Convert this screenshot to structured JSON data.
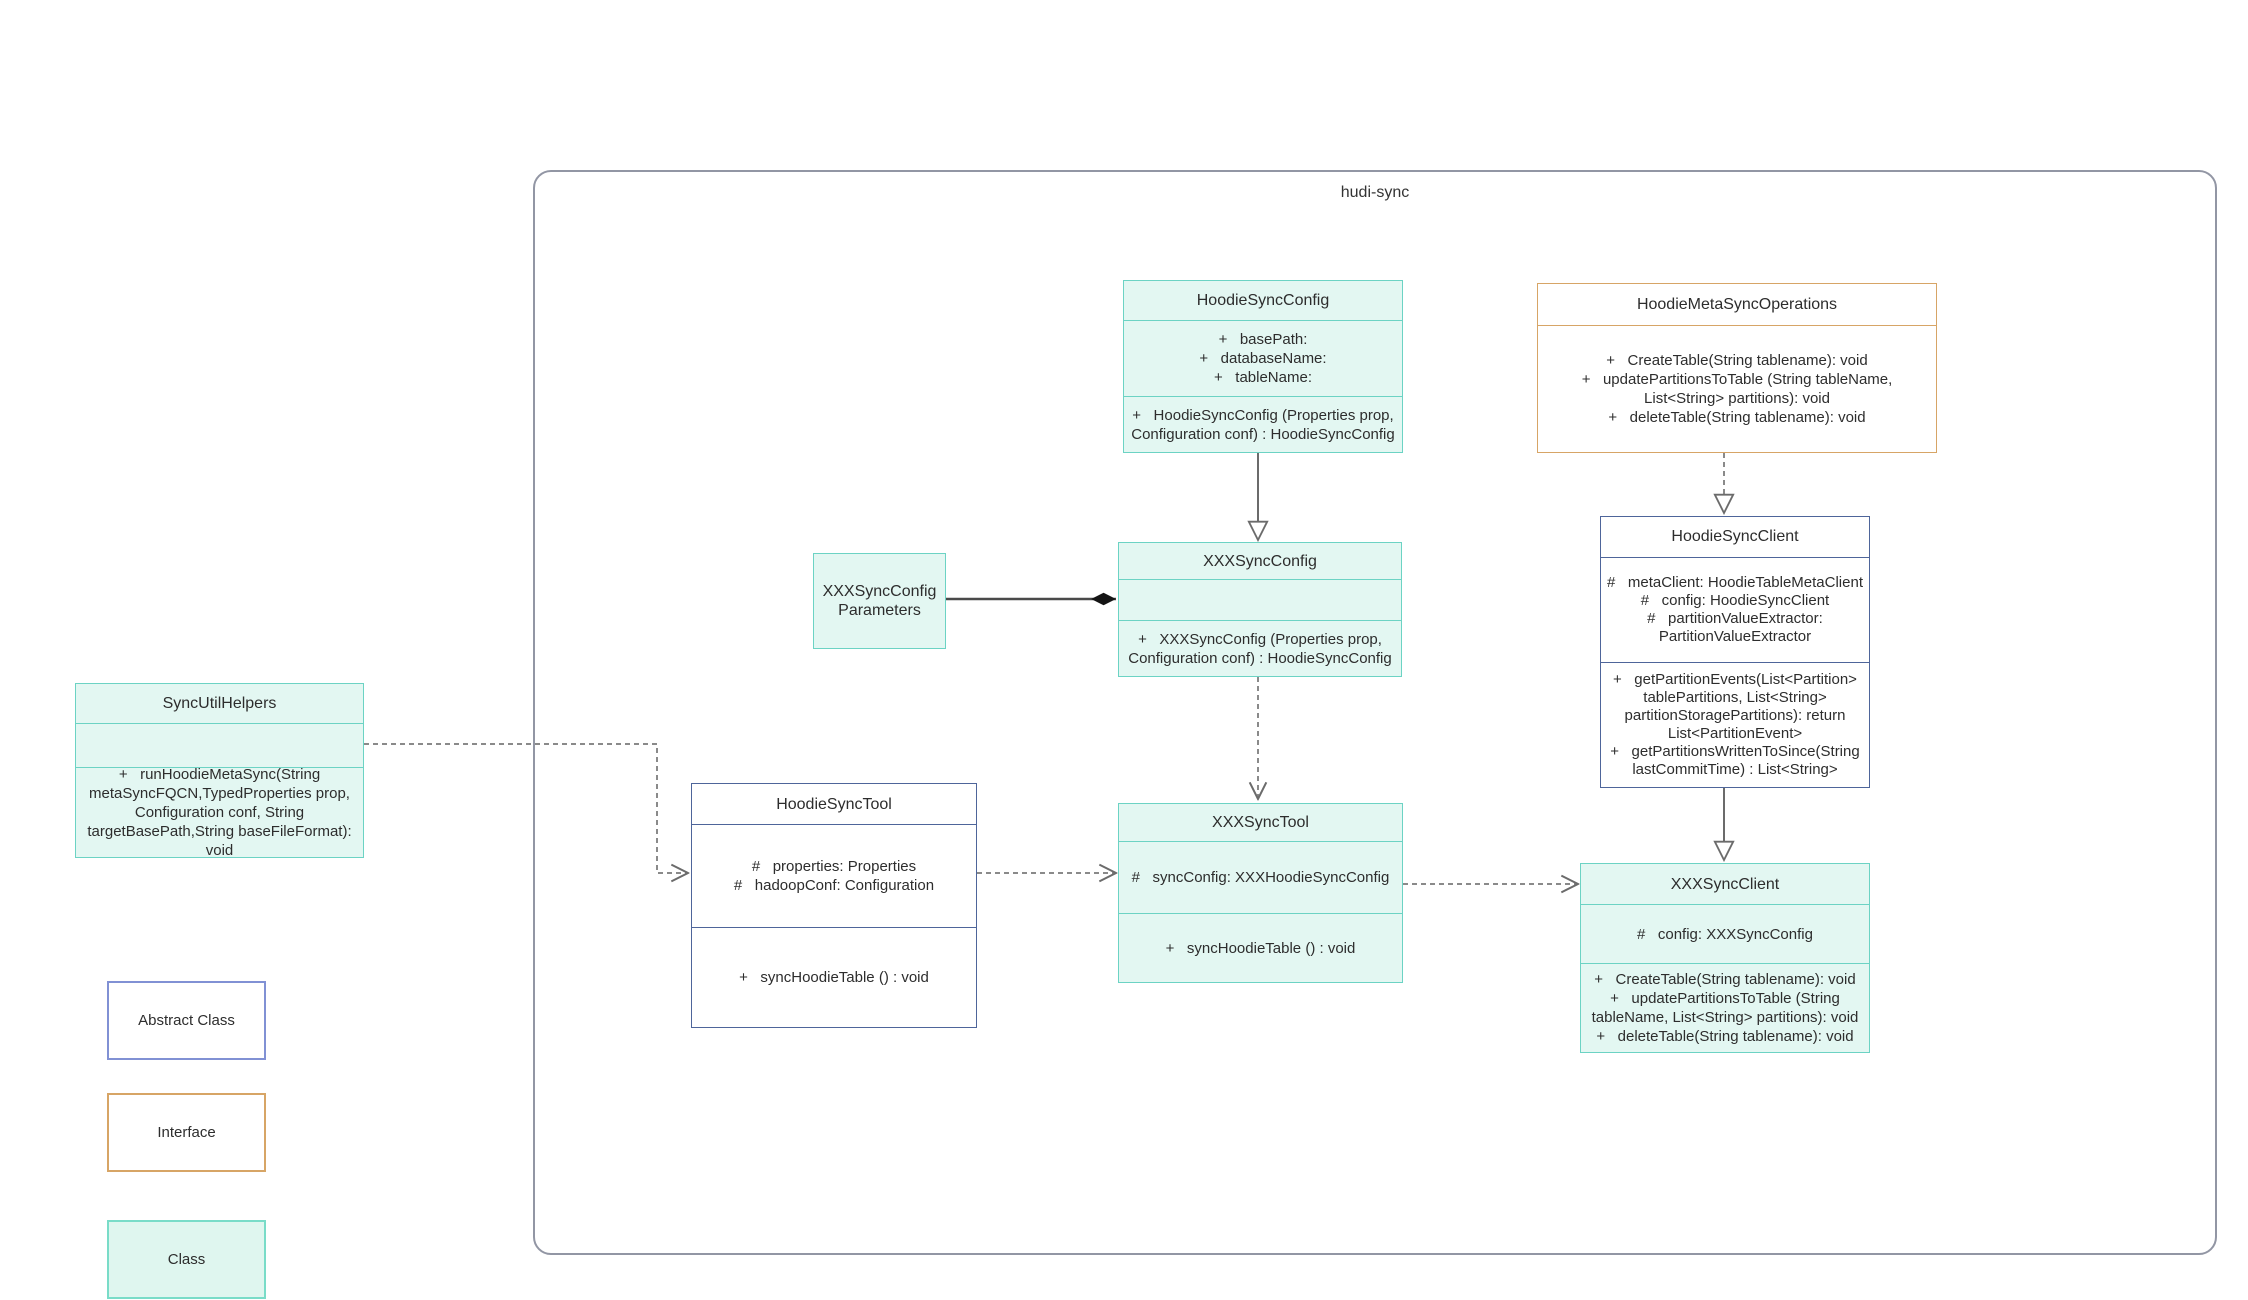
{
  "diagram": {
    "container_title": "hudi-sync",
    "legend": [
      {
        "label": "Abstract Class",
        "kind": "abstract"
      },
      {
        "label": "Interface",
        "kind": "interface"
      },
      {
        "label": "Class",
        "kind": "class"
      }
    ],
    "colors": {
      "class_fill": "#e3f7f2",
      "class_border": "#6cd3c4",
      "abstract_border": "#4e659a",
      "legend_abstract_border": "#8191d4",
      "interface_border": "#d7a566",
      "container_border": "#9296a4",
      "connector_solid": "#6b6b6b",
      "connector_dashed": "#8a8a8a",
      "text": "#2d2d2d"
    }
  },
  "classes": {
    "hoodieSyncConfig": {
      "title": "HoodieSyncConfig",
      "attributes": [
        "+   basePath:",
        "+   databaseName:",
        "+   tableName:"
      ],
      "methods": [
        "+   HoodieSyncConfig (Properties prop, Configuration conf) : HoodieSyncConfig"
      ]
    },
    "hoodieMetaSyncOperations": {
      "title": "HoodieMetaSyncOperations",
      "methods": [
        "+   CreateTable(String tablename): void",
        "+   updatePartitionsToTable (String tableName, List<String> partitions): void",
        "+   deleteTable(String tablename): void"
      ]
    },
    "xxxSyncConfigParameters": {
      "title": "XXXSyncConfigParameters"
    },
    "xxxSyncConfig": {
      "title": "XXXSyncConfig",
      "methods": [
        "+   XXXSyncConfig (Properties prop, Configuration conf) : HoodieSyncConfig"
      ]
    },
    "hoodieSyncClient": {
      "title": "HoodieSyncClient",
      "attributes": [
        "#   metaClient: HoodieTableMetaClient",
        "#   config: HoodieSyncClient",
        "#   partitionValueExtractor: PartitionValueExtractor"
      ],
      "methods": [
        "+   getPartitionEvents(List<Partition> tablePartitions, List<String> partitionStoragePartitions): return List<PartitionEvent>",
        "+   getPartitionsWrittenToSince(String lastCommitTime) : List<String>"
      ]
    },
    "syncUtilHelpers": {
      "title": "SyncUtilHelpers",
      "methods": [
        "+   runHoodieMetaSync(String metaSyncFQCN,TypedProperties prop, Configuration conf, String targetBasePath,String baseFileFormat): void"
      ]
    },
    "hoodieSyncTool": {
      "title": "HoodieSyncTool",
      "attributes": [
        "#   properties: Properties",
        "#   hadoopConf: Configuration"
      ],
      "methods": [
        "+   syncHoodieTable () : void"
      ]
    },
    "xxxSyncTool": {
      "title": "XXXSyncTool",
      "attributes": [
        "#   syncConfig: XXXHoodieSyncConfig"
      ],
      "methods": [
        "+   syncHoodieTable () : void"
      ]
    },
    "xxxSyncClient": {
      "title": "XXXSyncClient",
      "attributes": [
        "#   config: XXXSyncConfig"
      ],
      "methods": [
        "+   CreateTable(String tablename): void",
        "+   updatePartitionsToTable (String tableName, List<String> partitions): void",
        "+   deleteTable(String tablename): void"
      ]
    }
  },
  "relations": [
    {
      "from": "HoodieSyncConfig",
      "to": "XXXSyncConfig",
      "type": "generalization",
      "line": "solid",
      "arrow": "hollow-triangle"
    },
    {
      "from": "HoodieMetaSyncOperations",
      "to": "HoodieSyncClient",
      "type": "realization",
      "line": "dashed",
      "arrow": "hollow-triangle"
    },
    {
      "from": "XXXSyncConfigParameters",
      "to": "XXXSyncConfig",
      "type": "composition",
      "line": "solid",
      "arrow": "filled-diamond"
    },
    {
      "from": "XXXSyncConfig",
      "to": "XXXSyncTool",
      "type": "dependency",
      "line": "dashed",
      "arrow": "open"
    },
    {
      "from": "SyncUtilHelpers",
      "to": "HoodieSyncTool",
      "type": "dependency",
      "line": "dashed",
      "arrow": "open"
    },
    {
      "from": "HoodieSyncTool",
      "to": "XXXSyncTool",
      "type": "dependency",
      "line": "dashed",
      "arrow": "open"
    },
    {
      "from": "XXXSyncTool",
      "to": "XXXSyncClient",
      "type": "dependency",
      "line": "dashed",
      "arrow": "open"
    },
    {
      "from": "HoodieSyncClient",
      "to": "XXXSyncClient",
      "type": "generalization",
      "line": "solid",
      "arrow": "hollow-triangle"
    }
  ]
}
